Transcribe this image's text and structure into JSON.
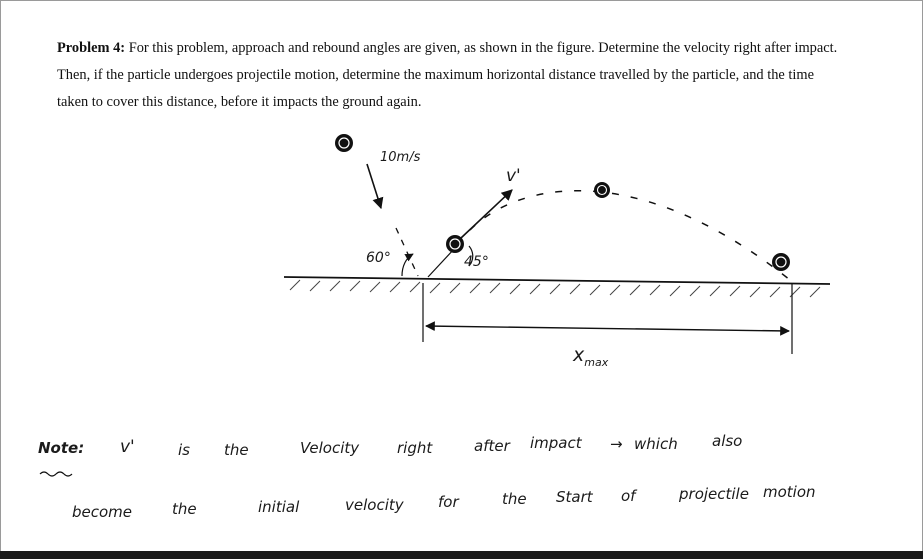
{
  "problem": {
    "heading": "Problem 4:",
    "text": "For this problem, approach and rebound angles are given, as shown in the figure. Determine the velocity right after impact. Then, if the particle undergoes projectile motion, determine the maximum horizontal distance travelled by the particle, and the time taken to cover this distance, before it impacts the ground again."
  },
  "figure": {
    "incoming_speed": "10m/s",
    "approach_angle": "60°",
    "rebound_angle": "45°",
    "rebound_velocity": "v'",
    "distance_label": "x",
    "distance_subscript": "max"
  },
  "note": {
    "label": "Note:",
    "line1": [
      "v'",
      "is",
      "the",
      "Velocity",
      "right",
      "after",
      "impact",
      "→",
      "which",
      "also"
    ],
    "line2": [
      "become",
      "the",
      "initial",
      "velocity",
      "for",
      "the",
      "Start",
      "of",
      "projectile",
      "motion"
    ]
  }
}
